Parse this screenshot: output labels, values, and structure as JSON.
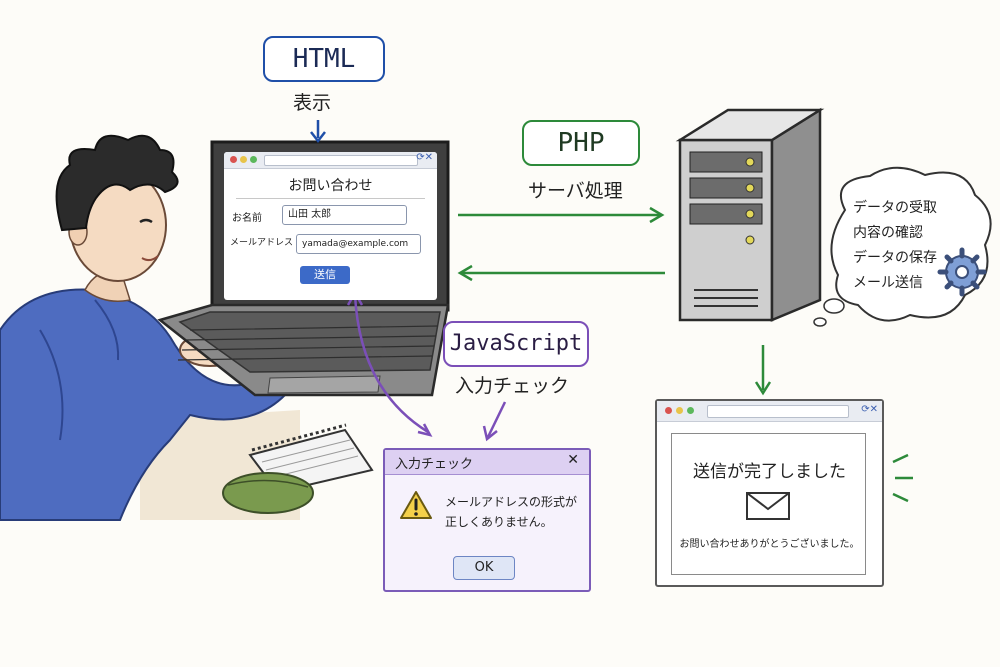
{
  "labels": {
    "html": {
      "tag": "HTML",
      "caption": "表示"
    },
    "php": {
      "tag": "PHP",
      "caption": "サーバ処理"
    },
    "js": {
      "tag": "JavaScript",
      "caption": "入力チェック"
    }
  },
  "contact_form": {
    "title": "お問い合わせ",
    "name_label": "お名前",
    "name_value": "山田 太郎",
    "email_label": "メールアドレス",
    "email_value": "yamada@example.com",
    "submit_label": "送信"
  },
  "validation_dialog": {
    "title": "入力チェック",
    "close": "✕",
    "message_line1": "メールアドレスの形式が",
    "message_line2": "正しくありません。",
    "ok_label": "OK"
  },
  "server_tasks": [
    "データの受取",
    "内容の確認",
    "データの保存",
    "メール送信"
  ],
  "completion_page": {
    "title": "送信が完了しました",
    "message": "お問い合わせありがとうございました。"
  },
  "colors": {
    "html": "#1f4fa8",
    "php": "#2d8a3a",
    "js": "#7b4fb8",
    "submit": "#3c6ac8"
  }
}
